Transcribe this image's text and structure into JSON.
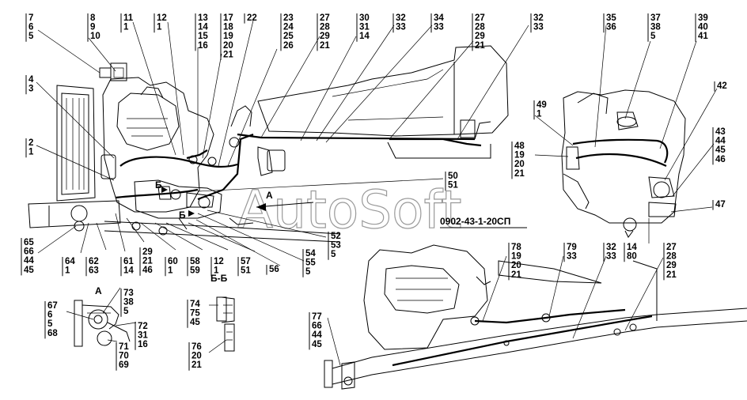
{
  "document_number": "0902-43-1-20СП",
  "watermark": "AutoSoft",
  "section_labels": {
    "view_a": "А",
    "view_a_main": "А",
    "section_bb": "Б-Б",
    "mark_b_upper": "Б",
    "mark_b_lower": "Б"
  },
  "callouts_top": [
    [
      "7",
      "6",
      "5"
    ],
    [
      "8",
      "9",
      "10"
    ],
    [
      "11",
      "1"
    ],
    [
      "12",
      "1"
    ],
    [
      "13",
      "14",
      "15",
      "16"
    ],
    [
      "17",
      "18",
      "19",
      "20",
      "21"
    ],
    [
      "22"
    ],
    [
      "23",
      "24",
      "25",
      "26"
    ],
    [
      "27",
      "28",
      "29",
      "21"
    ],
    [
      "30",
      "31",
      "14"
    ],
    [
      "32",
      "33"
    ],
    [
      "34",
      "33"
    ],
    [
      "27",
      "28",
      "29",
      "21"
    ],
    [
      "32",
      "33"
    ],
    [
      "35",
      "36"
    ],
    [
      "37",
      "38",
      "5"
    ],
    [
      "39",
      "40",
      "41"
    ]
  ],
  "callouts_left": [
    [
      "4",
      "3"
    ],
    [
      "2",
      "1"
    ],
    [
      "65",
      "66",
      "44",
      "45"
    ]
  ],
  "callouts_bottom": [
    [
      "64",
      "1"
    ],
    [
      "62",
      "63"
    ],
    [
      "61",
      "14"
    ],
    [
      "29",
      "21",
      "46"
    ],
    [
      "60",
      "1"
    ],
    [
      "58",
      "59"
    ],
    [
      "12",
      "1"
    ],
    [
      "57",
      "51"
    ],
    [
      "56"
    ],
    [
      "54",
      "55",
      "5"
    ],
    [
      "52",
      "53",
      "5"
    ],
    [
      "50",
      "51"
    ]
  ],
  "callouts_right": [
    [
      "49",
      "1"
    ],
    [
      "48",
      "19",
      "20",
      "21"
    ],
    [
      "42"
    ],
    [
      "43",
      "44",
      "45",
      "46"
    ],
    [
      "47"
    ],
    [
      "14",
      "80"
    ]
  ],
  "callouts_lower_right": [
    [
      "78",
      "19",
      "20",
      "21"
    ],
    [
      "79",
      "33"
    ],
    [
      "32",
      "33"
    ],
    [
      "27",
      "28",
      "29",
      "21"
    ],
    [
      "77",
      "66",
      "44",
      "45"
    ]
  ],
  "callouts_view_a": [
    [
      "73",
      "38",
      "5"
    ],
    [
      "67",
      "6",
      "5",
      "68"
    ],
    [
      "72",
      "31",
      "16"
    ],
    [
      "71",
      "70",
      "69"
    ]
  ],
  "callouts_section_bb": [
    [
      "74",
      "75",
      "45"
    ],
    [
      "76",
      "20",
      "21"
    ]
  ]
}
